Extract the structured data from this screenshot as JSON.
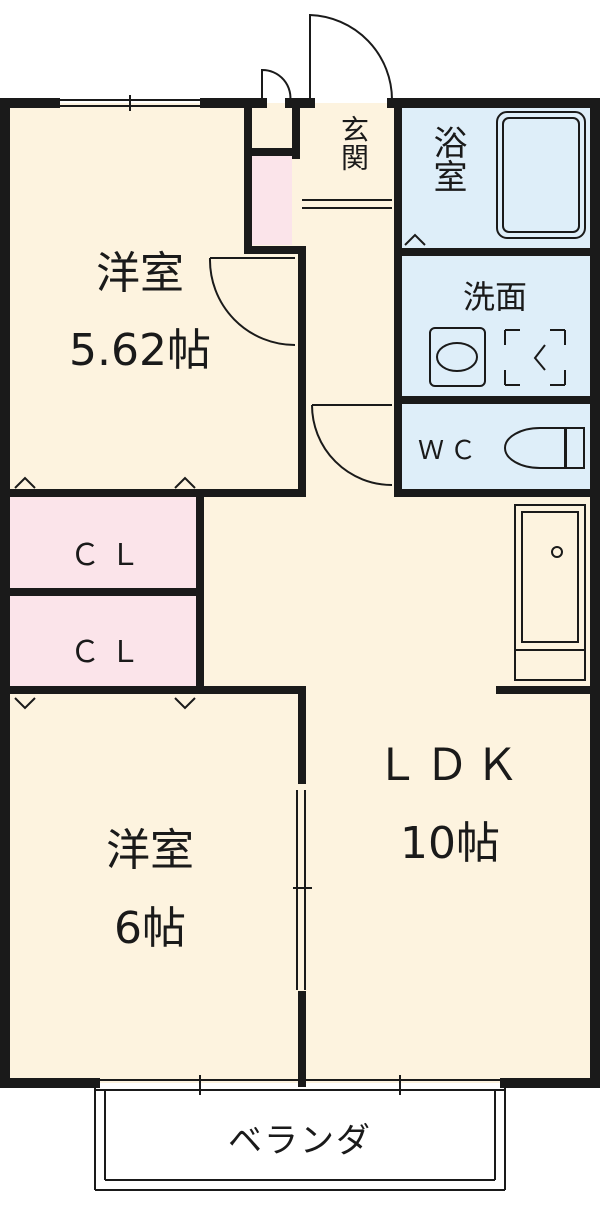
{
  "colors": {
    "room": "#fdf3df",
    "closet": "#fbe4ea",
    "wet": "#deeef9",
    "wall": "#1a1a1a",
    "background": "#ffffff"
  },
  "rooms": {
    "western_upper": {
      "name": "洋室",
      "size": "5.62帖"
    },
    "western_lower": {
      "name": "洋室",
      "size": "6帖"
    },
    "ldk": {
      "name": "ＬＤＫ",
      "size": "10帖"
    }
  },
  "closets": {
    "upper": "ＣＬ",
    "lower": "ＣＬ"
  },
  "wet_areas": {
    "entrance": "玄関",
    "bath": "浴室",
    "washroom": "洗面",
    "toilet": "ＷＣ"
  },
  "veranda": "ベランダ"
}
